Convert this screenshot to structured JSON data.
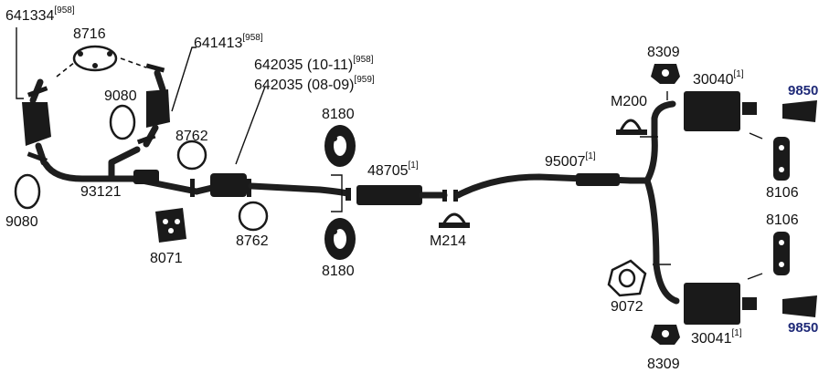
{
  "parts": [
    {
      "id": "p1",
      "number": "641334",
      "note": "[958]"
    },
    {
      "id": "p2",
      "number": "8716",
      "note": ""
    },
    {
      "id": "p3",
      "number": "641413",
      "note": "[958]"
    },
    {
      "id": "p4",
      "number": "9080",
      "note": ""
    },
    {
      "id": "p5",
      "number": "9080",
      "note": ""
    },
    {
      "id": "p6",
      "number": "8762",
      "note": ""
    },
    {
      "id": "p7",
      "number": "8762",
      "note": ""
    },
    {
      "id": "p8",
      "number": "93121",
      "note": ""
    },
    {
      "id": "p9",
      "number": "8071",
      "note": ""
    },
    {
      "id": "p10",
      "number": "642035 (10-11)",
      "note": "[958]"
    },
    {
      "id": "p11",
      "number": "642035 (08-09)",
      "note": "[959]"
    },
    {
      "id": "p12",
      "number": "8180",
      "note": ""
    },
    {
      "id": "p13",
      "number": "8180",
      "note": ""
    },
    {
      "id": "p14",
      "number": "48705",
      "note": "[1]"
    },
    {
      "id": "p15",
      "number": "M214",
      "note": ""
    },
    {
      "id": "p16",
      "number": "95007",
      "note": "[1]"
    },
    {
      "id": "p17",
      "number": "8309",
      "note": ""
    },
    {
      "id": "p18",
      "number": "M200",
      "note": ""
    },
    {
      "id": "p19",
      "number": "30040",
      "note": "[1]"
    },
    {
      "id": "p20",
      "number": "9850",
      "note": ""
    },
    {
      "id": "p21",
      "number": "8106",
      "note": ""
    },
    {
      "id": "p22",
      "number": "8106",
      "note": ""
    },
    {
      "id": "p23",
      "number": "9072",
      "note": ""
    },
    {
      "id": "p24",
      "number": "30041",
      "note": "[1]"
    },
    {
      "id": "p25",
      "number": "9850",
      "note": ""
    },
    {
      "id": "p26",
      "number": "8309",
      "note": ""
    }
  ],
  "colors": {
    "ink": "#1a1a1a",
    "accent_label": "#1f2a78",
    "background": "#ffffff"
  }
}
